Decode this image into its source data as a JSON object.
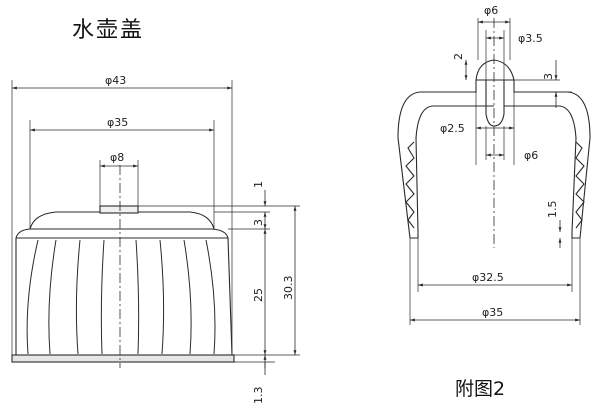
{
  "titles": {
    "lid": "水壶盖",
    "figure": "附图2"
  },
  "left_view": {
    "dims": {
      "outer_diameter": "φ43",
      "inner_diameter": "φ35",
      "knob_diameter": "φ8",
      "knob_height": "1",
      "cap_top": "3",
      "body_height": "25",
      "total_height": "30.3",
      "base_height": "1.3"
    }
  },
  "right_view": {
    "dims": {
      "top_knob": "φ6",
      "stem_top": "φ3.5",
      "head_height": "2",
      "head_offset": "3",
      "stem_diameter": "φ2.5",
      "hole_diameter": "φ6",
      "step": "1.5",
      "thread_diameter": "φ32.5",
      "outer_diameter": "φ35"
    }
  },
  "colors": {
    "line": "#2a2a2a",
    "background": "#ffffff"
  }
}
